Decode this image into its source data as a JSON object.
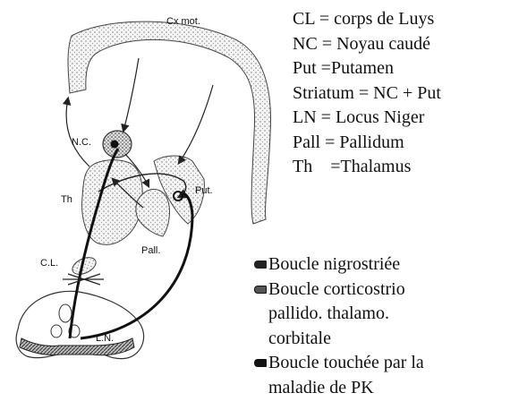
{
  "diagram_labels": {
    "cortex": "Cx mot.",
    "caudate": "N.C.",
    "thalamus": "Th",
    "putamen": "Put.",
    "pallidum": "Pall.",
    "subthalamic": "C.L.",
    "nigra": "L.N."
  },
  "abbreviations": [
    "CL = corps de Luys",
    "NC = Noyau caudé",
    "Put =Putamen",
    "Striatum = NC + Put",
    "LN = Locus Niger",
    "Pall = Pallidum",
    "Th    =Thalamus"
  ],
  "loops": [
    {
      "lines": [
        "Boucle nigrostriée"
      ]
    },
    {
      "lines": [
        "Boucle corticostrio",
        "pallido. thalamo.",
        "corbitale"
      ]
    },
    {
      "lines": [
        "Boucle touchée par la",
        "maladie de PK"
      ]
    }
  ]
}
